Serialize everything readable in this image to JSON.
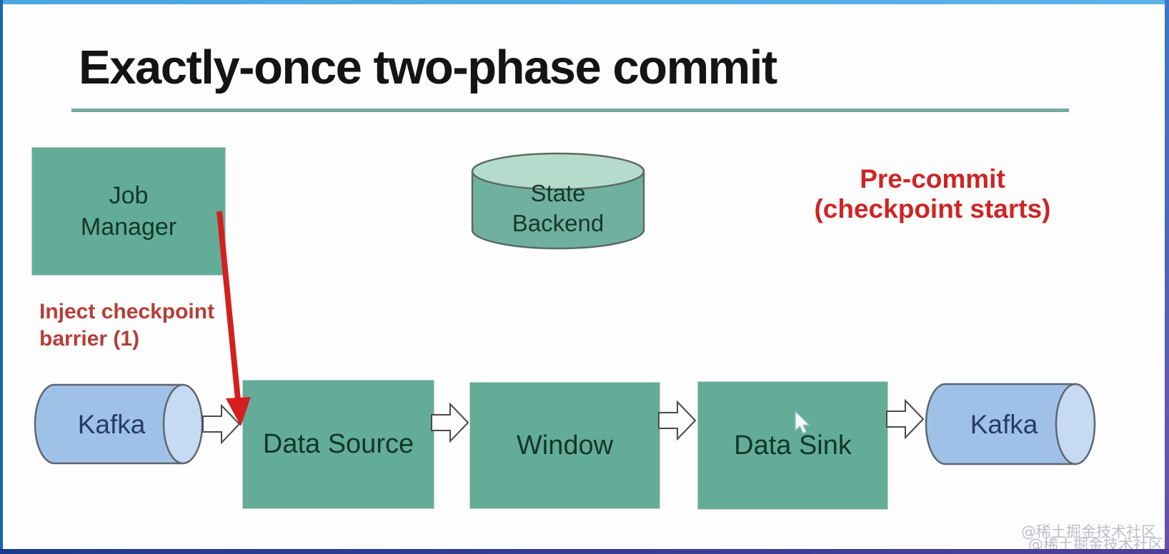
{
  "title": {
    "text": "Exactly-once two-phase commit"
  },
  "annotations": {
    "inject": {
      "line1": "Inject checkpoint",
      "line2": "barrier (1)"
    },
    "phase": {
      "line1": "Pre-commit",
      "line2": "(checkpoint starts)"
    }
  },
  "nodes": {
    "job_manager": {
      "line1": "Job",
      "line2": "Manager"
    },
    "state_backend": {
      "line1": "State",
      "line2": "Backend"
    },
    "kafka_in": {
      "label": "Kafka"
    },
    "data_source": {
      "label": "Data Source"
    },
    "window": {
      "label": "Window"
    },
    "data_sink": {
      "label": "Data Sink"
    },
    "kafka_out": {
      "label": "Kafka"
    }
  },
  "watermark": {
    "line1": "@稀土掘金技术社区",
    "line2": "@稀土掘金技术社区"
  },
  "colors": {
    "node_green": "#63ad98",
    "cylinder_green_body": "#6fb19e",
    "cylinder_green_top": "#b5dbcc",
    "kafka_blue_body": "#9fc1e7",
    "kafka_blue_ellipse": "#c6daf1",
    "title_black": "#141414",
    "underline_teal": "#76a99c",
    "annotation_red": "#ce2524",
    "inject_red": "#b53e38",
    "arrow_red": "#d41f1f",
    "frame_blue_top": "#4aa7e0",
    "frame_blue_bottom": "#1c3b8e"
  }
}
